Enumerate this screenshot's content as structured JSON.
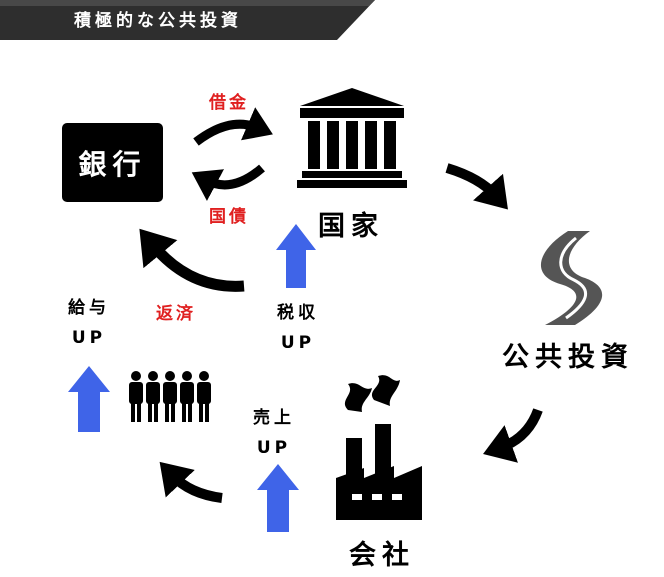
{
  "header": {
    "title": "積極的な公共投資"
  },
  "nodes": {
    "bank": "銀行",
    "nation": "国家",
    "public_investment": "公共投資",
    "company": "会社"
  },
  "flows": {
    "loan": "借金",
    "bond": "国債",
    "repay": "返済",
    "tax_up_line1": "税収",
    "tax_up_line2": "UP",
    "salary_up_line1": "給与",
    "salary_up_line2": "UP",
    "sales_up_line1": "売上",
    "sales_up_line2": "UP"
  },
  "colors": {
    "red": "#e02020",
    "blue": "#3f64e8",
    "black": "#000000",
    "gray": "#555555"
  },
  "icons": [
    "government-building-icon",
    "road-icon",
    "factory-icon",
    "workers-group-icon",
    "blue-up-arrow-icon",
    "curved-arrow-icon"
  ]
}
